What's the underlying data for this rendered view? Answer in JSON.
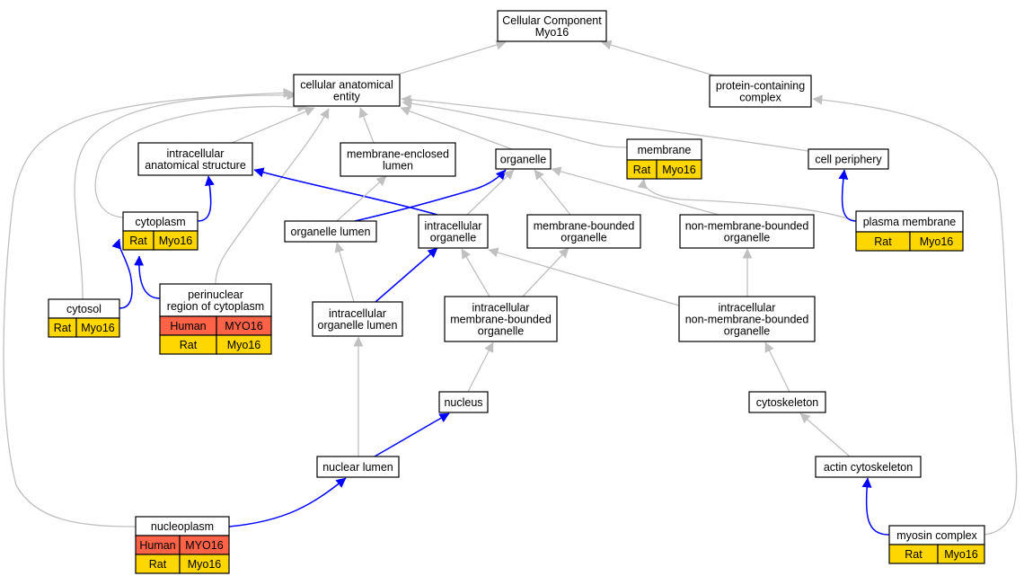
{
  "colors": {
    "human": "#ff6347",
    "rat": "#ffd700",
    "is_a_edge": "#c0c0c0",
    "part_of_edge": "#0000ff",
    "node_border": "#000000"
  },
  "nodes": [
    {
      "id": "cellular-component",
      "lines": [
        "Cellular Component",
        "Myo16"
      ],
      "rows": []
    },
    {
      "id": "cellular-anatomical-entity",
      "lines": [
        "cellular anatomical",
        "entity"
      ],
      "rows": []
    },
    {
      "id": "protein-containing-complex",
      "lines": [
        "protein-containing",
        "complex"
      ],
      "rows": []
    },
    {
      "id": "intracellular-anatomical-structure",
      "lines": [
        "intracellular",
        "anatomical structure"
      ],
      "rows": []
    },
    {
      "id": "membrane-enclosed-lumen",
      "lines": [
        "membrane-enclosed",
        "lumen"
      ],
      "rows": []
    },
    {
      "id": "organelle",
      "lines": [
        "organelle"
      ],
      "rows": []
    },
    {
      "id": "membrane",
      "lines": [
        "membrane"
      ],
      "rows": [
        {
          "species": "Rat",
          "gene": "Myo16"
        }
      ]
    },
    {
      "id": "cell-periphery",
      "lines": [
        "cell periphery"
      ],
      "rows": []
    },
    {
      "id": "cytoplasm",
      "lines": [
        "cytoplasm"
      ],
      "rows": [
        {
          "species": "Rat",
          "gene": "Myo16"
        }
      ]
    },
    {
      "id": "organelle-lumen",
      "lines": [
        "organelle lumen"
      ],
      "rows": []
    },
    {
      "id": "intracellular-organelle",
      "lines": [
        "intracellular",
        "organelle"
      ],
      "rows": []
    },
    {
      "id": "membrane-bounded-organelle",
      "lines": [
        "membrane-bounded",
        "organelle"
      ],
      "rows": []
    },
    {
      "id": "non-membrane-bounded-organelle",
      "lines": [
        "non-membrane-bounded",
        "organelle"
      ],
      "rows": []
    },
    {
      "id": "plasma-membrane",
      "lines": [
        "plasma membrane"
      ],
      "rows": [
        {
          "species": "Rat",
          "gene": "Myo16"
        }
      ]
    },
    {
      "id": "perinuclear-region",
      "lines": [
        "perinuclear",
        "region of cytoplasm"
      ],
      "rows": [
        {
          "species": "Human",
          "gene": "MYO16"
        },
        {
          "species": "Rat",
          "gene": "Myo16"
        }
      ]
    },
    {
      "id": "cytosol",
      "lines": [
        "cytosol"
      ],
      "rows": [
        {
          "species": "Rat",
          "gene": "Myo16"
        }
      ]
    },
    {
      "id": "intracellular-organelle-lumen",
      "lines": [
        "intracellular",
        "organelle lumen"
      ],
      "rows": []
    },
    {
      "id": "intracellular-membrane-bounded-organelle",
      "lines": [
        "intracellular",
        "membrane-bounded",
        "organelle"
      ],
      "rows": []
    },
    {
      "id": "intracellular-non-membrane-bounded-organelle",
      "lines": [
        "intracellular",
        "non-membrane-bounded",
        "organelle"
      ],
      "rows": []
    },
    {
      "id": "nucleus",
      "lines": [
        "nucleus"
      ],
      "rows": []
    },
    {
      "id": "cytoskeleton",
      "lines": [
        "cytoskeleton"
      ],
      "rows": []
    },
    {
      "id": "nuclear-lumen",
      "lines": [
        "nuclear lumen"
      ],
      "rows": []
    },
    {
      "id": "actin-cytoskeleton",
      "lines": [
        "actin cytoskeleton"
      ],
      "rows": []
    },
    {
      "id": "nucleoplasm",
      "lines": [
        "nucleoplasm"
      ],
      "rows": [
        {
          "species": "Human",
          "gene": "MYO16"
        },
        {
          "species": "Rat",
          "gene": "Myo16"
        }
      ]
    },
    {
      "id": "myosin-complex",
      "lines": [
        "myosin complex"
      ],
      "rows": [
        {
          "species": "Rat",
          "gene": "Myo16"
        }
      ]
    }
  ],
  "edges": [
    {
      "from": "cellular-anatomical-entity",
      "to": "cellular-component",
      "type": "is_a"
    },
    {
      "from": "protein-containing-complex",
      "to": "cellular-component",
      "type": "is_a"
    },
    {
      "from": "intracellular-anatomical-structure",
      "to": "cellular-anatomical-entity",
      "type": "is_a"
    },
    {
      "from": "membrane-enclosed-lumen",
      "to": "cellular-anatomical-entity",
      "type": "is_a"
    },
    {
      "from": "organelle",
      "to": "cellular-anatomical-entity",
      "type": "is_a"
    },
    {
      "from": "membrane",
      "to": "cellular-anatomical-entity",
      "type": "is_a"
    },
    {
      "from": "cell-periphery",
      "to": "cellular-anatomical-entity",
      "type": "is_a"
    },
    {
      "from": "cytoplasm",
      "to": "cellular-anatomical-entity",
      "type": "is_a"
    },
    {
      "from": "cytosol",
      "to": "cellular-anatomical-entity",
      "type": "is_a"
    },
    {
      "from": "nucleoplasm",
      "to": "cellular-anatomical-entity",
      "type": "is_a"
    },
    {
      "from": "perinuclear-region",
      "to": "cellular-anatomical-entity",
      "type": "is_a"
    },
    {
      "from": "cytoplasm",
      "to": "intracellular-anatomical-structure",
      "type": "part_of"
    },
    {
      "from": "intracellular-organelle",
      "to": "intracellular-anatomical-structure",
      "type": "part_of"
    },
    {
      "from": "organelle-lumen",
      "to": "membrane-enclosed-lumen",
      "type": "is_a"
    },
    {
      "from": "organelle-lumen",
      "to": "organelle",
      "type": "part_of"
    },
    {
      "from": "intracellular-organelle",
      "to": "organelle",
      "type": "is_a"
    },
    {
      "from": "membrane-bounded-organelle",
      "to": "organelle",
      "type": "is_a"
    },
    {
      "from": "non-membrane-bounded-organelle",
      "to": "organelle",
      "type": "is_a"
    },
    {
      "from": "plasma-membrane",
      "to": "membrane",
      "type": "is_a"
    },
    {
      "from": "plasma-membrane",
      "to": "cell-periphery",
      "type": "part_of"
    },
    {
      "from": "cytosol",
      "to": "cytoplasm",
      "type": "part_of"
    },
    {
      "from": "perinuclear-region",
      "to": "cytoplasm",
      "type": "part_of"
    },
    {
      "from": "intracellular-organelle-lumen",
      "to": "organelle-lumen",
      "type": "is_a"
    },
    {
      "from": "intracellular-organelle-lumen",
      "to": "intracellular-organelle",
      "type": "part_of"
    },
    {
      "from": "intracellular-membrane-bounded-organelle",
      "to": "intracellular-organelle",
      "type": "is_a"
    },
    {
      "from": "intracellular-membrane-bounded-organelle",
      "to": "membrane-bounded-organelle",
      "type": "is_a"
    },
    {
      "from": "intracellular-non-membrane-bounded-organelle",
      "to": "intracellular-organelle",
      "type": "is_a"
    },
    {
      "from": "intracellular-non-membrane-bounded-organelle",
      "to": "non-membrane-bounded-organelle",
      "type": "is_a"
    },
    {
      "from": "nucleus",
      "to": "intracellular-membrane-bounded-organelle",
      "type": "is_a"
    },
    {
      "from": "cytoskeleton",
      "to": "intracellular-non-membrane-bounded-organelle",
      "type": "is_a"
    },
    {
      "from": "nuclear-lumen",
      "to": "intracellular-organelle-lumen",
      "type": "is_a"
    },
    {
      "from": "nuclear-lumen",
      "to": "nucleus",
      "type": "part_of"
    },
    {
      "from": "actin-cytoskeleton",
      "to": "cytoskeleton",
      "type": "is_a"
    },
    {
      "from": "nucleoplasm",
      "to": "nuclear-lumen",
      "type": "part_of"
    },
    {
      "from": "myosin-complex",
      "to": "actin-cytoskeleton",
      "type": "part_of"
    },
    {
      "from": "myosin-complex",
      "to": "protein-containing-complex",
      "type": "is_a"
    }
  ]
}
